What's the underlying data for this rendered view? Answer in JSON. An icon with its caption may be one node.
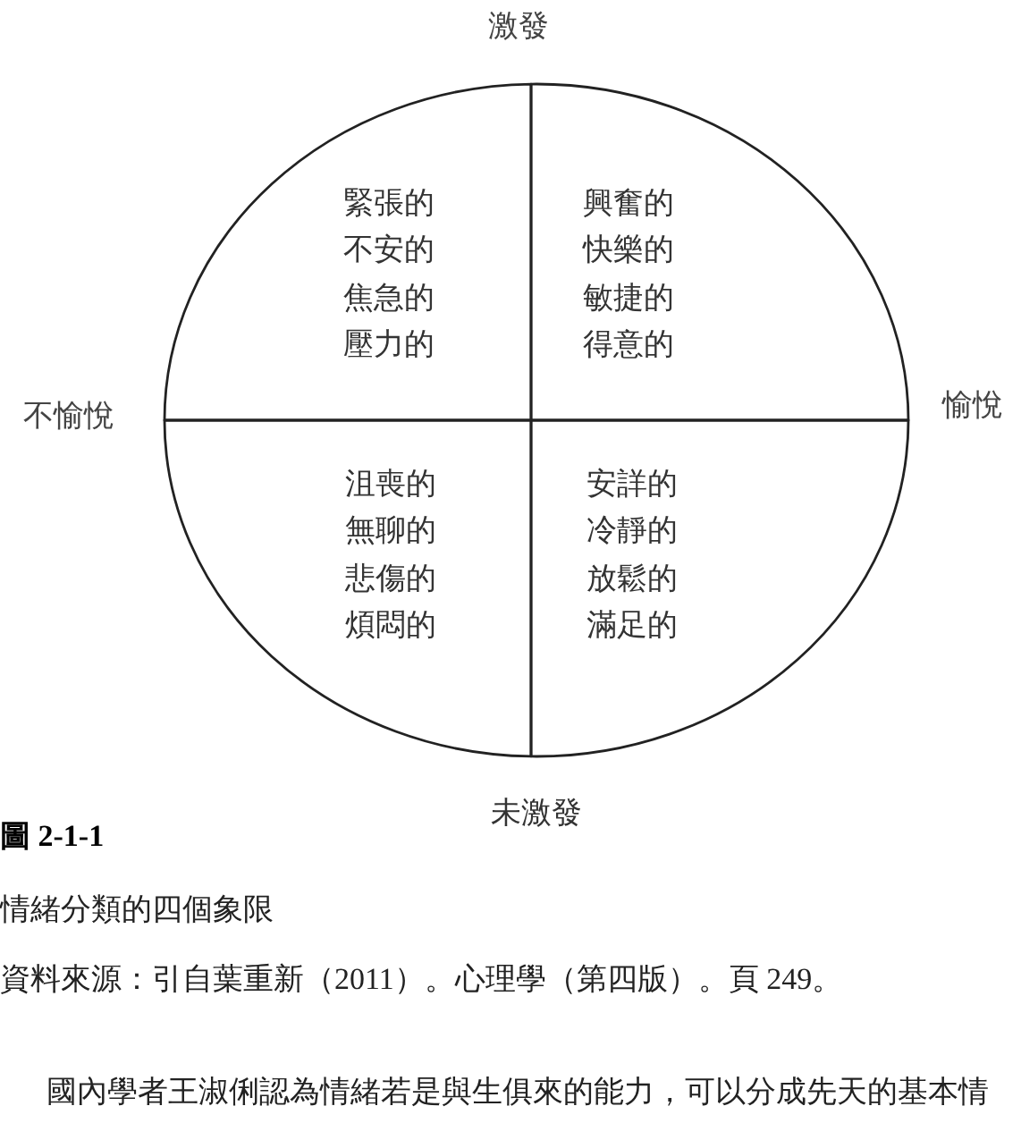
{
  "diagram": {
    "nodes": [
      {
        "text": [
          "緊張的",
          "不安的",
          "焦急的",
          "壓力的"
        ]
      },
      {
        "text": [
          "興奮的",
          "快樂的",
          "敏捷的",
          "得意的"
        ]
      },
      {
        "text": [
          "沮喪的",
          "無聊的",
          "悲傷的",
          "煩悶的"
        ]
      },
      {
        "text": [
          "安詳的",
          "冷靜的",
          "放鬆的",
          "滿足的"
        ]
      }
    ],
    "labels": [
      "激發",
      "不愉悅",
      "愉悅",
      "未激發",
      "圖 2-1-1",
      "情緒分類的四個象限",
      "資料來源：引自葉重新（2011）。心理學（第四版）。頁 249。",
      "國內學者王淑俐認為情緒若是與生俱來的能力，可以分成先天的基本情"
    ]
  }
}
